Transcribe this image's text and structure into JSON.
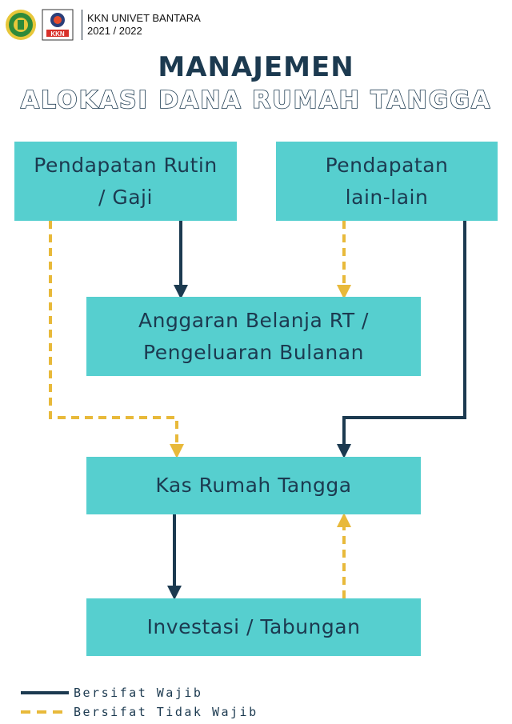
{
  "header": {
    "org_line": "KKN UNIVET BANTARA",
    "year_line": "2021 / 2022",
    "logo2_text": "KKN"
  },
  "title": {
    "line1": "MANAJEMEN",
    "line2": "ALOKASI DANA RUMAH TANGGA"
  },
  "nodes": {
    "gaji": "Pendapatan Rutin\n/ Gaji",
    "lain": "Pendapatan\nlain-lain",
    "anggaran": "Anggaran Belanja RT /\nPengeluaran Bulanan",
    "kas": "Kas Rumah Tangga",
    "investasi": "Investasi / Tabungan"
  },
  "legend": {
    "solid": "Bersifat Wajib",
    "dashed": "Bersifat Tidak Wajib"
  },
  "colors": {
    "box": "#56cfcf",
    "text": "#1c3a50",
    "solid_line": "#1c3a50",
    "dashed_line": "#e8b93a"
  },
  "edges": [
    {
      "from": "gaji",
      "to": "anggaran",
      "style": "solid"
    },
    {
      "from": "gaji",
      "to": "kas",
      "style": "dashed"
    },
    {
      "from": "lain",
      "to": "anggaran",
      "style": "dashed"
    },
    {
      "from": "lain",
      "to": "kas",
      "style": "solid"
    },
    {
      "from": "kas",
      "to": "investasi",
      "style": "solid"
    },
    {
      "from": "investasi",
      "to": "kas",
      "style": "dashed"
    }
  ]
}
